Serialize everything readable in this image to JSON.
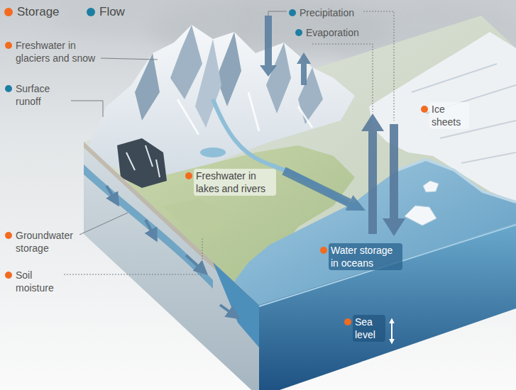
{
  "diagram": {
    "labels": [
      "Precipitation",
      "Evaporation",
      "Freshwater in glaciers and snow",
      "Surface runoff",
      "Ice sheets",
      "Freshwater in lakes and rivers",
      "Groundwater storage",
      "Water storage in oceans",
      "Soil moisture",
      "Sea level"
    ],
    "legend": [
      {
        "text": "Storage",
        "color": "#f26b21"
      },
      {
        "text": "Flow",
        "color": "#1d7ea3"
      }
    ]
  }
}
